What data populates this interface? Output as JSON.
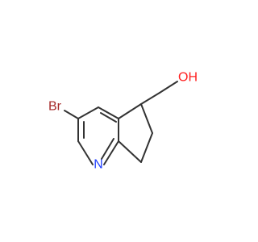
{
  "molecule": {
    "labels": {
      "bromine": "Br",
      "nitrogen": "N",
      "hydroxyl": "OH"
    },
    "colors": {
      "bond": "#333333",
      "bromine": "#a52a2a",
      "nitrogen": "#1f3fff",
      "oxygen": "#ff1f1f",
      "background": "#ffffff"
    }
  }
}
